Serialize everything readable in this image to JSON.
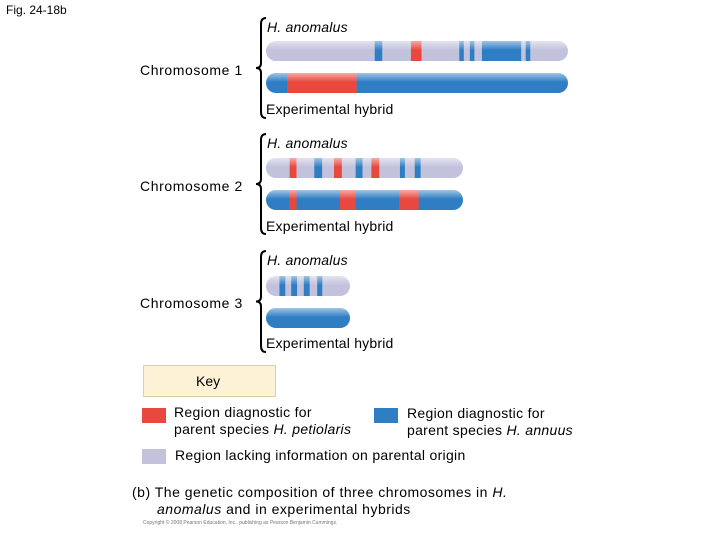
{
  "figure_label": "Fig. 24-18b",
  "colors": {
    "petiolaris": "#e8483e",
    "annuus": "#2f7ec4",
    "lacking": "#c2c2dd",
    "key_bg": "#fdf2d6"
  },
  "chromosomes": [
    {
      "label": "Chromosome 1",
      "top_label": "H. anomalus",
      "bottom_label": "Experimental hybrid",
      "top_bands": [
        {
          "start": 0.0,
          "end": 0.36,
          "type": "lacking"
        },
        {
          "start": 0.36,
          "end": 0.385,
          "type": "annuus"
        },
        {
          "start": 0.385,
          "end": 0.48,
          "type": "lacking"
        },
        {
          "start": 0.48,
          "end": 0.515,
          "type": "petiolaris"
        },
        {
          "start": 0.515,
          "end": 0.64,
          "type": "lacking"
        },
        {
          "start": 0.64,
          "end": 0.655,
          "type": "annuus"
        },
        {
          "start": 0.655,
          "end": 0.675,
          "type": "lacking"
        },
        {
          "start": 0.675,
          "end": 0.69,
          "type": "annuus"
        },
        {
          "start": 0.69,
          "end": 0.715,
          "type": "lacking"
        },
        {
          "start": 0.715,
          "end": 0.845,
          "type": "annuus"
        },
        {
          "start": 0.845,
          "end": 0.86,
          "type": "lacking"
        },
        {
          "start": 0.86,
          "end": 0.875,
          "type": "annuus"
        },
        {
          "start": 0.875,
          "end": 1.0,
          "type": "lacking"
        }
      ],
      "bottom_bands": [
        {
          "start": 0.0,
          "end": 0.07,
          "type": "annuus"
        },
        {
          "start": 0.07,
          "end": 0.3,
          "type": "petiolaris"
        },
        {
          "start": 0.3,
          "end": 1.0,
          "type": "annuus"
        }
      ]
    },
    {
      "label": "Chromosome 2",
      "top_label": "H. anomalus",
      "bottom_label": "Experimental hybrid",
      "top_bands": [
        {
          "start": 0.0,
          "end": 0.12,
          "type": "lacking"
        },
        {
          "start": 0.12,
          "end": 0.155,
          "type": "petiolaris"
        },
        {
          "start": 0.155,
          "end": 0.245,
          "type": "lacking"
        },
        {
          "start": 0.245,
          "end": 0.285,
          "type": "annuus"
        },
        {
          "start": 0.285,
          "end": 0.345,
          "type": "lacking"
        },
        {
          "start": 0.345,
          "end": 0.385,
          "type": "petiolaris"
        },
        {
          "start": 0.385,
          "end": 0.455,
          "type": "lacking"
        },
        {
          "start": 0.455,
          "end": 0.49,
          "type": "annuus"
        },
        {
          "start": 0.49,
          "end": 0.535,
          "type": "lacking"
        },
        {
          "start": 0.535,
          "end": 0.575,
          "type": "petiolaris"
        },
        {
          "start": 0.575,
          "end": 0.68,
          "type": "lacking"
        },
        {
          "start": 0.68,
          "end": 0.705,
          "type": "annuus"
        },
        {
          "start": 0.705,
          "end": 0.755,
          "type": "lacking"
        },
        {
          "start": 0.755,
          "end": 0.785,
          "type": "annuus"
        },
        {
          "start": 0.785,
          "end": 1.0,
          "type": "lacking"
        }
      ],
      "bottom_bands": [
        {
          "start": 0.0,
          "end": 0.12,
          "type": "annuus"
        },
        {
          "start": 0.12,
          "end": 0.155,
          "type": "petiolaris"
        },
        {
          "start": 0.155,
          "end": 0.375,
          "type": "annuus"
        },
        {
          "start": 0.375,
          "end": 0.455,
          "type": "petiolaris"
        },
        {
          "start": 0.455,
          "end": 0.675,
          "type": "annuus"
        },
        {
          "start": 0.675,
          "end": 0.775,
          "type": "petiolaris"
        },
        {
          "start": 0.775,
          "end": 1.0,
          "type": "annuus"
        }
      ]
    },
    {
      "label": "Chromosome 3",
      "top_label": "H. anomalus",
      "bottom_label": "Experimental hybrid",
      "top_bands": [
        {
          "start": 0.0,
          "end": 0.16,
          "type": "lacking"
        },
        {
          "start": 0.16,
          "end": 0.23,
          "type": "annuus"
        },
        {
          "start": 0.23,
          "end": 0.3,
          "type": "lacking"
        },
        {
          "start": 0.3,
          "end": 0.37,
          "type": "annuus"
        },
        {
          "start": 0.37,
          "end": 0.45,
          "type": "lacking"
        },
        {
          "start": 0.45,
          "end": 0.52,
          "type": "annuus"
        },
        {
          "start": 0.52,
          "end": 0.61,
          "type": "lacking"
        },
        {
          "start": 0.61,
          "end": 0.67,
          "type": "annuus"
        },
        {
          "start": 0.67,
          "end": 1.0,
          "type": "lacking"
        }
      ],
      "bottom_bands": [
        {
          "start": 0.0,
          "end": 1.0,
          "type": "annuus"
        }
      ]
    }
  ],
  "key": {
    "title": "Key",
    "petiolaris_line1": "Region diagnostic for",
    "petiolaris_line2": "parent species ",
    "petiolaris_species": "H. petiolaris",
    "annuus_line1": "Region diagnostic for",
    "annuus_line2": "parent species ",
    "annuus_species": "H. annuus",
    "lacking_text": "Region lacking information on parental origin"
  },
  "caption": {
    "prefix": "(b) The genetic composition of three chromosomes in ",
    "species1": "H.",
    "species2": "anomalus",
    "suffix": " and in experimental hybrids"
  },
  "copyright": "Copyright © 2008 Pearson Education, Inc., publishing as Pearson Benjamin Cummings."
}
